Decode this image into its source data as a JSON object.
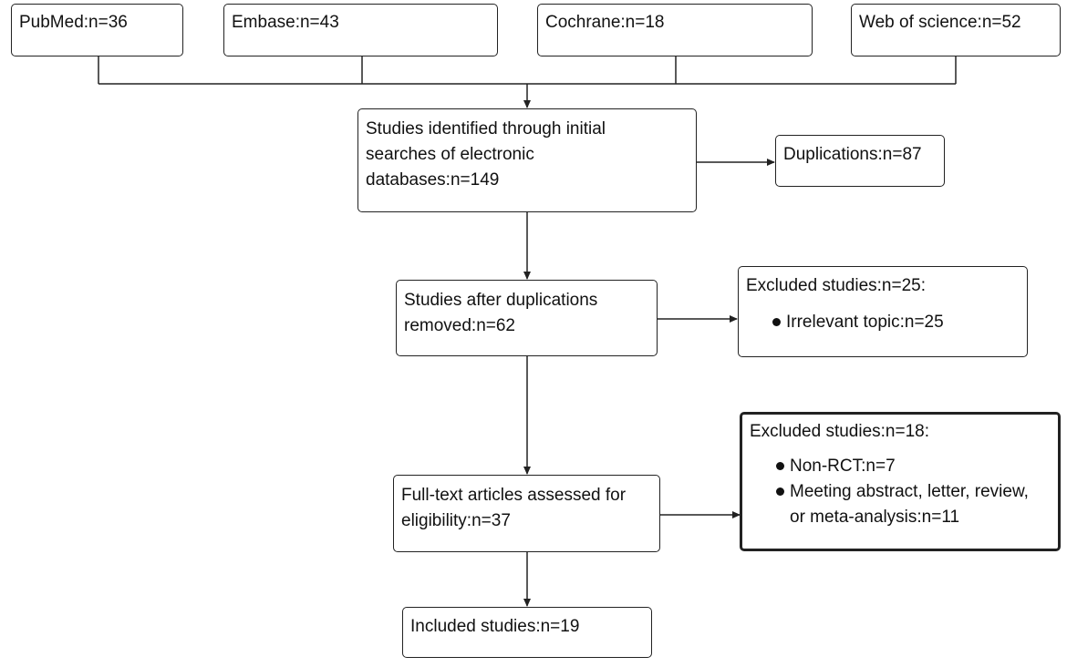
{
  "sources": [
    {
      "label": "PubMed:n=36"
    },
    {
      "label": "Embase:n=43"
    },
    {
      "label": "Cochrane:n=18"
    },
    {
      "label": "Web of science:n=52"
    }
  ],
  "identified": {
    "lines": [
      "Studies identified through initial",
      "searches of electronic",
      "databases:n=149"
    ]
  },
  "duplications": {
    "label": "Duplications:n=87"
  },
  "after_duplicates": {
    "lines": [
      "Studies after duplications",
      "removed:n=62"
    ]
  },
  "excluded_1": {
    "heading": "Excluded studies:n=25:",
    "items": [
      "Irrelevant topic:n=25"
    ]
  },
  "full_text": {
    "lines": [
      "Full-text articles assessed for",
      "eligibility:n=37"
    ]
  },
  "excluded_2": {
    "heading": "Excluded studies:n=18:",
    "items": [
      {
        "lines": [
          "Non-RCT:n=7"
        ]
      },
      {
        "lines": [
          "Meeting abstract, letter, review,",
          "or meta-analysis:n=11"
        ]
      }
    ]
  },
  "included": {
    "label": "Included studies:n=19"
  }
}
